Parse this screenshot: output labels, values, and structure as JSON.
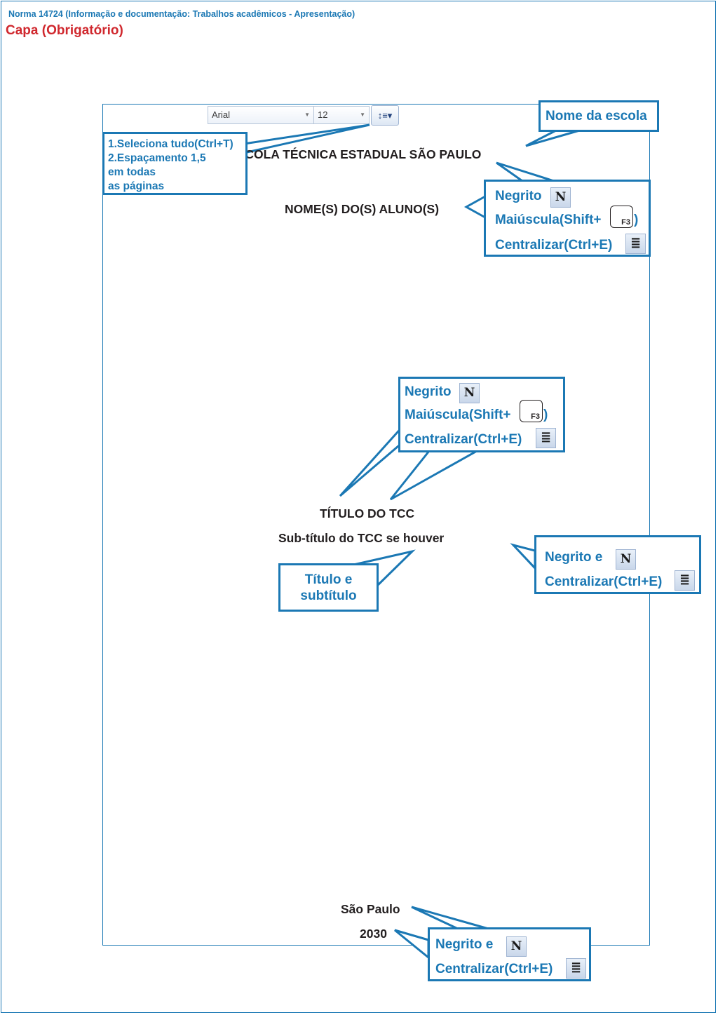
{
  "header": {
    "norma": "Norma 14724 (Informação e documentação: Trabalhos acadêmicos  - Apresentação)",
    "capa": "Capa (Obrigatório)"
  },
  "toolbar": {
    "font": "Arial",
    "size": "12",
    "spacing_icon": "line-spacing-icon"
  },
  "page": {
    "escola": "ESCOLA TÉCNICA ESTADUAL SÃO PAULO",
    "alunos": "NOME(S) DO(S) ALUNO(S)",
    "titulo": "TÍTULO DO TCC",
    "subtitulo": "Sub-título do TCC se houver",
    "cidade": "São Paulo",
    "ano": "2030"
  },
  "callouts": {
    "selecao": {
      "lines": [
        "1.Seleciona tudo(Ctrl+T)",
        "2.Espaçamento 1,5",
        "em todas",
        "as páginas"
      ]
    },
    "nome_escola": "Nome da escola",
    "alunos": {
      "negrito": "Negrito",
      "maiuscula": "Maiúscula(Shift+",
      "close": ")",
      "key": "F3",
      "centralizar": "Centralizar(Ctrl+E)"
    },
    "titulo": {
      "negrito": "Negrito",
      "maiuscula": "Maiúscula(Shift+",
      "close": ")",
      "key": "F3",
      "centralizar": "Centralizar(Ctrl+E)"
    },
    "titulo_subtitulo": {
      "line1": "Título e",
      "line2": "subtítulo"
    },
    "subtitulo": {
      "negrito": "Negrito e",
      "centralizar": "Centralizar(Ctrl+E)"
    },
    "cidade_ano": {
      "negrito": "Negrito e",
      "centralizar": "Centralizar(Ctrl+E)"
    }
  },
  "icons": {
    "bold": "N",
    "align": "≣"
  },
  "colors": {
    "accent": "#1b78b4",
    "title_red": "#d0282e",
    "text": "#231f20"
  }
}
